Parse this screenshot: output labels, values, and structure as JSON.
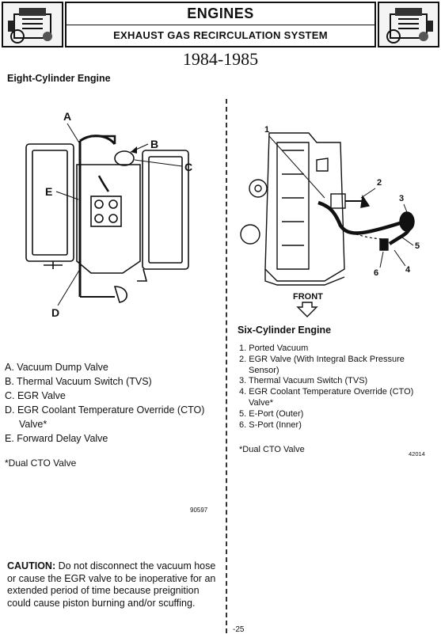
{
  "header": {
    "title": "ENGINES",
    "subtitle": "EXHAUST GAS RECIRCULATION SYSTEM"
  },
  "years": "1984-1985",
  "left": {
    "section_title": "Eight-Cylinder Engine",
    "callouts": {
      "a": "A",
      "b": "B",
      "c": "C",
      "d": "D",
      "e": "E"
    },
    "legend": [
      "A. Vacuum Dump Valve",
      "B. Thermal Vacuum Switch (TVS)",
      "C. EGR Valve",
      "D. EGR Coolant Temperature Override (CTO)",
      "Valve*",
      "E. Forward Delay Valve"
    ],
    "footnote": "*Dual CTO Valve",
    "figure_number": "90597"
  },
  "right": {
    "section_title": "Six-Cylinder Engine",
    "callouts": {
      "n1": "1",
      "n2": "2",
      "n3": "3",
      "n4": "4",
      "n5": "5",
      "n6": "6"
    },
    "front_label": "FRONT",
    "legend": [
      "1. Ported Vacuum",
      "2. EGR Valve (With Integral Back Pressure",
      "Sensor)",
      "3. Thermal Vacuum Switch (TVS)",
      "4. EGR Coolant Temperature Override (CTO)",
      "Valve*",
      "5. E-Port (Outer)",
      "6. S-Port (Inner)"
    ],
    "footnote": "*Dual CTO Valve",
    "figure_number": "42014"
  },
  "caution": {
    "label": "CAUTION:",
    "text": " Do not disconnect the vacuum hose or cause the EGR valve to be inoperative for an extended period of time because preignition could cause piston burning and/or scuffing."
  },
  "page_number": "-25"
}
